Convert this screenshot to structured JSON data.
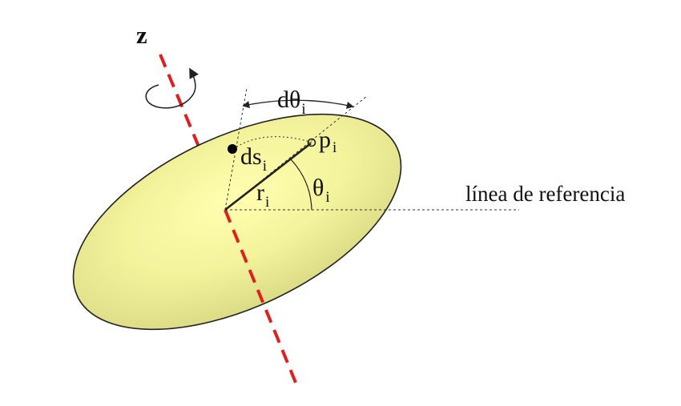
{
  "labels": {
    "axis": "z",
    "d_theta": "dθ",
    "d_theta_sub": "i",
    "p": "p",
    "p_sub": "i",
    "ds": "ds",
    "ds_sub": "i",
    "r": "r",
    "r_sub": "i",
    "theta": "θ",
    "theta_sub": "i",
    "reference": "línea de referencia"
  },
  "colors": {
    "body_fill_center": "#fbfba8",
    "body_fill_edge": "#dede88",
    "outline": "#222222",
    "axis_red": "#e02020",
    "guide": "#333333"
  },
  "icons": {
    "rotation": "rotation-arrow-icon"
  }
}
